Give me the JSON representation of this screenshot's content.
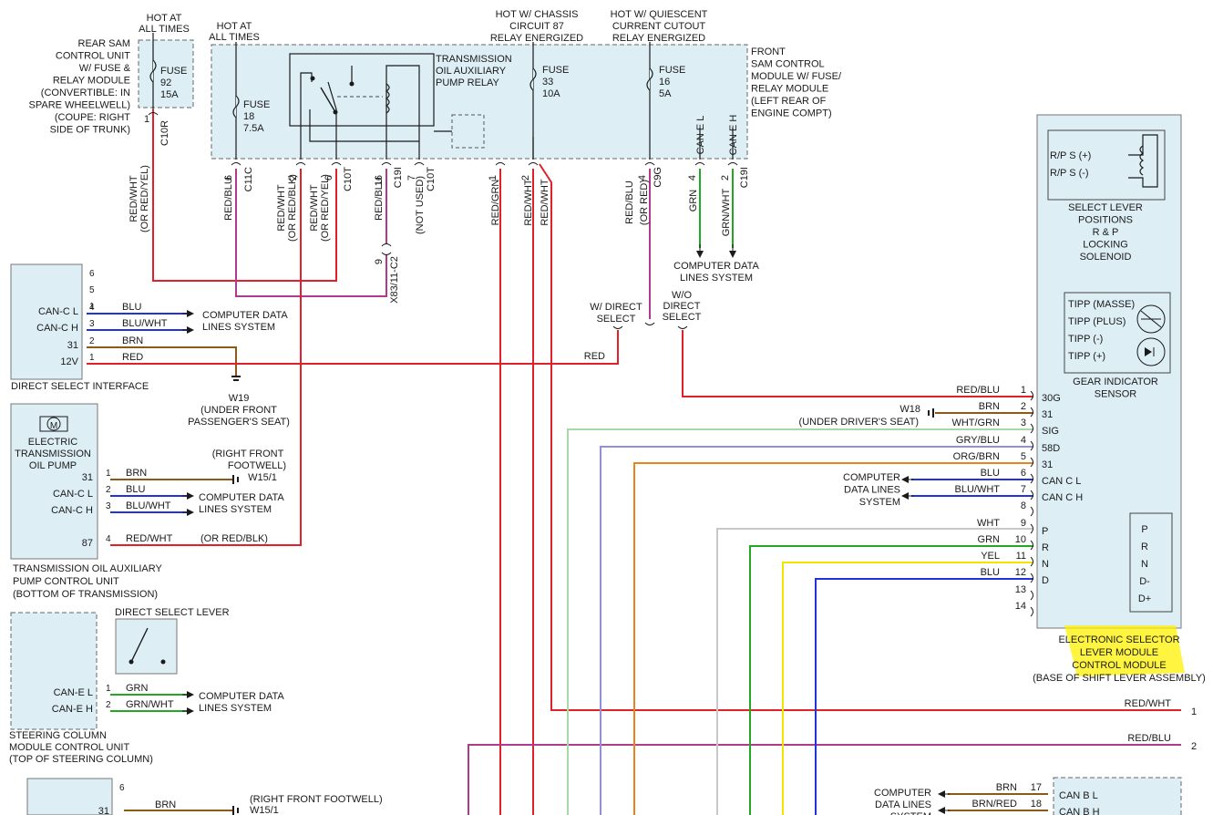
{
  "colors": {
    "red": "#e0202a",
    "blue": "#2233dd",
    "brown": "#8b5a14",
    "green": "#22a822",
    "magenta": "#b03a8c",
    "orange": "#e8831e",
    "yellow": "#f2e600",
    "lavender": "#9090dd",
    "white_wire": "#c8c8c8",
    "light_green": "#a8d8a8",
    "highlight": "#fff200"
  },
  "hot": {
    "rear": [
      "HOT AT",
      "ALL TIMES"
    ],
    "front": [
      "HOT AT",
      "ALL TIMES"
    ],
    "chassis": [
      "HOT W/ CHASSIS",
      "CIRCUIT 87",
      "RELAY ENERGIZED"
    ],
    "quiescent": [
      "HOT W/ QUIESCENT",
      "CURRENT CUTOUT",
      "RELAY ENERGIZED"
    ]
  },
  "rear_sam": {
    "name": [
      "REAR SAM",
      "CONTROL UNIT",
      "W/ FUSE &",
      "RELAY MODULE",
      "(CONVERTIBLE: IN",
      "SPARE WHEELWELL)",
      "(COUPE: RIGHT",
      "SIDE OF TRUNK)"
    ],
    "fuse": [
      "FUSE",
      "92",
      "15A"
    ],
    "pin": "1",
    "connector": "C10R",
    "wire": [
      "RED/WHT",
      "(OR RED/YEL)"
    ]
  },
  "front_sam": {
    "name": [
      "FRONT",
      "SAM CONTROL",
      "MODULE W/ FUSE/",
      "RELAY MODULE",
      "(LEFT REAR OF",
      "ENGINE COMPT)"
    ],
    "relay": [
      "TRANSMISSION",
      "OIL AUXILIARY",
      "PUMP RELAY"
    ],
    "fuse18": [
      "FUSE",
      "18",
      "7.5A"
    ],
    "fuse33": [
      "FUSE",
      "33",
      "10A"
    ],
    "fuse16": [
      "FUSE",
      "16",
      "5A"
    ],
    "can_l": "CAN E L",
    "can_h": "CAN E H"
  },
  "pins": {
    "p6a": "6",
    "c11c": "C11C",
    "p2a": "2",
    "p6b": "6",
    "c10t": "C10T",
    "p16": "16",
    "c19i": "C19I",
    "p7": "7",
    "c10t2": "C10T",
    "p1": "1",
    "p2b": "2",
    "p4": "4",
    "c9g": "C9G",
    "p4b": "4",
    "p2c": "2",
    "c19i2": "C19I"
  },
  "wires": {
    "red_blu": "RED/BLU",
    "red_wht_blk": [
      "RED/WHT",
      "(OR RED/BLK)"
    ],
    "red_wht_yel": [
      "RED/WHT",
      "(OR RED/YEL)"
    ],
    "red_blu2": "RED/BLU",
    "not_used": "(NOT USED)",
    "red_grn": "RED/GRN",
    "red_wht": "RED/WHT",
    "red_wht2": "RED/WHT",
    "red_blu_red": [
      "RED/BLU",
      "(OR RED)"
    ],
    "grn": "GRN",
    "grn_wht": "GRN/WHT",
    "x83": "X83/11-C2",
    "x83_pin": "9",
    "red": "RED"
  },
  "computer_data_lines": [
    "COMPUTER DATA",
    "LINES SYSTEM"
  ],
  "direct_select_label": [
    "W/ DIRECT",
    "SELECT"
  ],
  "wo_direct_label": [
    "W/O",
    "DIRECT",
    "SELECT"
  ],
  "dsi": {
    "title": "DIRECT SELECT INTERFACE",
    "pins": [
      "6",
      "5",
      "1",
      "4",
      "3",
      "2",
      "1"
    ],
    "rows": [
      {
        "pin": "4",
        "label": "CAN-C L",
        "wire": "BLU"
      },
      {
        "pin": "3",
        "label": "CAN-C H",
        "wire": "BLU/WHT"
      },
      {
        "pin": "2",
        "label": "31",
        "wire": "BRN"
      },
      {
        "pin": "1",
        "label": "12V",
        "wire": "RED"
      }
    ],
    "cdl": [
      "COMPUTER DATA",
      "LINES SYSTEM"
    ]
  },
  "w19": [
    "W19",
    "(UNDER FRONT",
    "PASSENGER'S SEAT)"
  ],
  "etop": {
    "name": [
      "ELECTRIC",
      "TRANSMISSION",
      "OIL PUMP"
    ],
    "rows": [
      {
        "pin": "1",
        "label": "31",
        "wire": "BRN"
      },
      {
        "pin": "2",
        "label": "CAN-C L",
        "wire": "BLU"
      },
      {
        "pin": "3",
        "label": "CAN-C H",
        "wire": "BLU/WHT"
      },
      {
        "pin": "4",
        "label": "87",
        "wire": "RED/WHT"
      }
    ],
    "or_wire": "(OR RED/BLK)",
    "title": [
      "TRANSMISSION OIL AUXILIARY",
      "PUMP CONTROL UNIT",
      "(BOTTOM OF TRANSMISSION)"
    ],
    "ground": [
      "(RIGHT FRONT",
      "FOOTWELL)",
      "W15/1"
    ],
    "cdl": [
      "COMPUTER DATA",
      "LINES SYSTEM"
    ],
    "motor": "M"
  },
  "dsl": {
    "title": "DIRECT SELECT LEVER"
  },
  "scm": {
    "rows": [
      {
        "pin": "1",
        "label": "CAN-E L",
        "wire": "GRN"
      },
      {
        "pin": "2",
        "label": "CAN-E H",
        "wire": "GRN/WHT"
      }
    ],
    "title": [
      "STEERING COLUMN",
      "MODULE CONTROL UNIT",
      "(TOP OF STEERING COLUMN)"
    ],
    "cdl": [
      "COMPUTER DATA",
      "LINES SYSTEM"
    ]
  },
  "bottom_mod": {
    "pins": [
      "6",
      "31"
    ],
    "wire": "BRN",
    "ground": [
      "(RIGHT FRONT FOOTWELL)",
      "W15/1"
    ]
  },
  "eslm": {
    "rps": [
      "R/P S (+)",
      "R/P S (-)"
    ],
    "solenoid": [
      "SELECT LEVER",
      "POSITIONS",
      "R & P",
      "LOCKING",
      "SOLENOID"
    ],
    "tipp": [
      "TIPP (MASSE)",
      "TIPP (PLUS)",
      "TIPP (-)",
      "TIPP (+)"
    ],
    "gear_sensor": [
      "GEAR INDICATOR",
      "SENSOR"
    ],
    "rows": [
      {
        "pin": "1",
        "wire": "RED/BLU",
        "label": "30G"
      },
      {
        "pin": "2",
        "wire": "BRN",
        "label": "31"
      },
      {
        "pin": "3",
        "wire": "WHT/GRN",
        "label": "SIG"
      },
      {
        "pin": "4",
        "wire": "GRY/BLU",
        "label": "58D"
      },
      {
        "pin": "5",
        "wire": "ORG/BRN",
        "label": "31"
      },
      {
        "pin": "6",
        "wire": "BLU",
        "label": "CAN C L"
      },
      {
        "pin": "7",
        "wire": "BLU/WHT",
        "label": "CAN C H"
      },
      {
        "pin": "8",
        "wire": "",
        "label": ""
      },
      {
        "pin": "9",
        "wire": "WHT",
        "label": "P"
      },
      {
        "pin": "10",
        "wire": "GRN",
        "label": "R"
      },
      {
        "pin": "11",
        "wire": "YEL",
        "label": "N"
      },
      {
        "pin": "12",
        "wire": "BLU",
        "label": "D"
      },
      {
        "pin": "13",
        "wire": "",
        "label": ""
      },
      {
        "pin": "14",
        "wire": "",
        "label": ""
      }
    ],
    "gear_box": [
      "P",
      "R",
      "N",
      "D-",
      "D+"
    ],
    "title": [
      "ELECTRONIC SELECTOR",
      "LEVER MODULE",
      "CONTROL MODULE",
      "(BASE OF SHIFT LEVER ASSEMBLY)"
    ],
    "w18": [
      "W18",
      "(UNDER DRIVER'S SEAT)"
    ],
    "cdl": [
      "COMPUTER",
      "DATA LINES",
      "SYSTEM"
    ]
  },
  "continuations": [
    {
      "wire": "RED/WHT",
      "num": "1"
    },
    {
      "wire": "RED/BLU",
      "num": "2"
    }
  ],
  "bottom_right": {
    "cdl": [
      "COMPUTER",
      "DATA LINES",
      "SYSTEM"
    ],
    "rows": [
      {
        "wire": "BRN",
        "pin": "17",
        "label": "CAN B L"
      },
      {
        "wire": "BRN/RED",
        "pin": "18",
        "label": "CAN B H"
      }
    ]
  }
}
